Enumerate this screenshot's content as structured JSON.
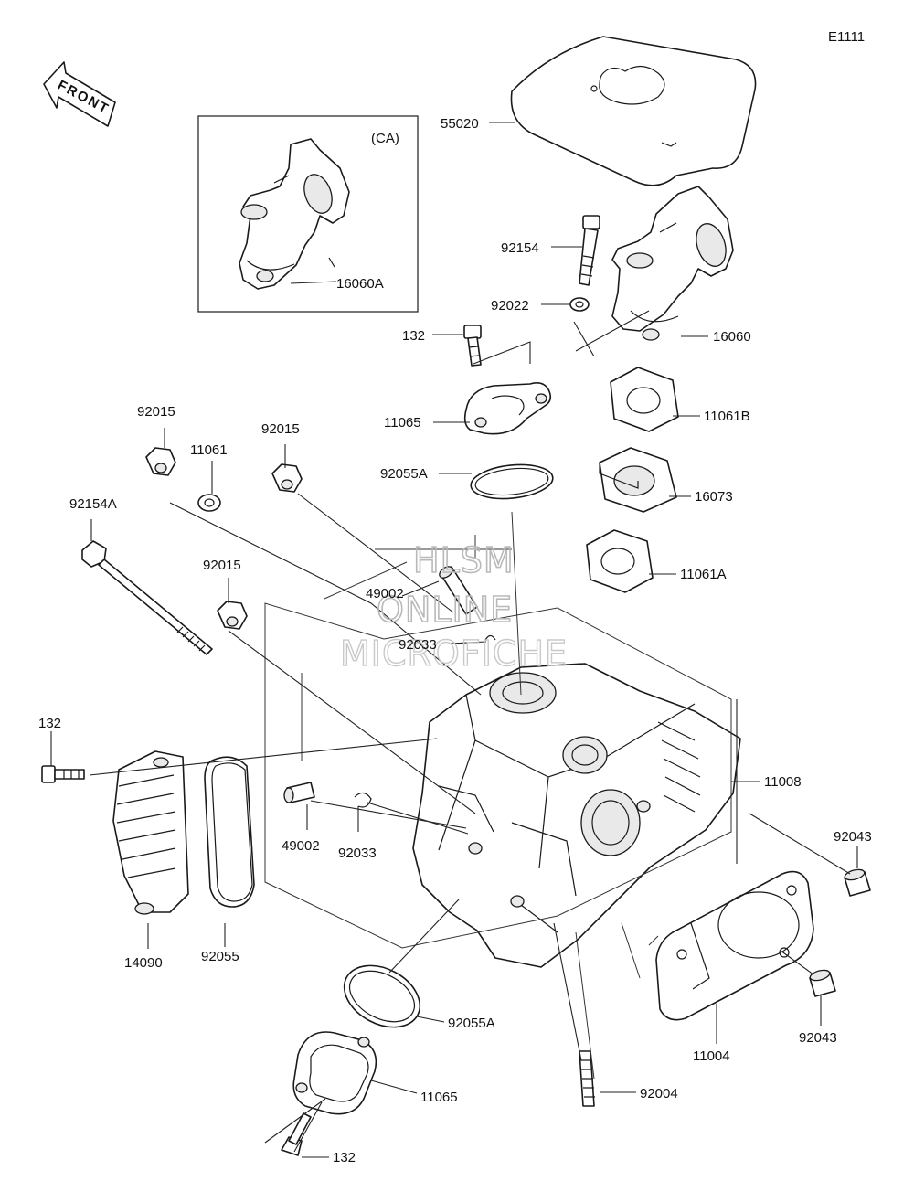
{
  "diagram_code": "E1111",
  "front_label": "FRONT",
  "ca_label": "(CA)",
  "watermark": {
    "line1": "HLSM",
    "line2": "ONLINE",
    "line3": "MICROFICHE"
  },
  "callouts": {
    "c55020": "55020",
    "c92154_top": "92154",
    "c92022": "92022",
    "c16060A": "16060A",
    "c16060": "16060",
    "c132_top": "132",
    "c11065_top": "11065",
    "c11061B": "11061B",
    "c92055A_top": "92055A",
    "c16073": "16073",
    "c92015_left": "92015",
    "c11061": "11061",
    "c92015_mid": "92015",
    "c92154A": "92154A",
    "c92015_low": "92015",
    "c49002_top": "49002",
    "c92033_top": "92033",
    "c11061A": "11061A",
    "c11008": "11008",
    "c132_left": "132",
    "c49002_low": "49002",
    "c92033_low": "92033",
    "c92043_top": "92043",
    "c14090": "14090",
    "c92055": "92055",
    "c92055A_low": "92055A",
    "c11004": "11004",
    "c92043_low": "92043",
    "c11065_low": "11065",
    "c92004": "92004",
    "c132_bottom": "132"
  }
}
